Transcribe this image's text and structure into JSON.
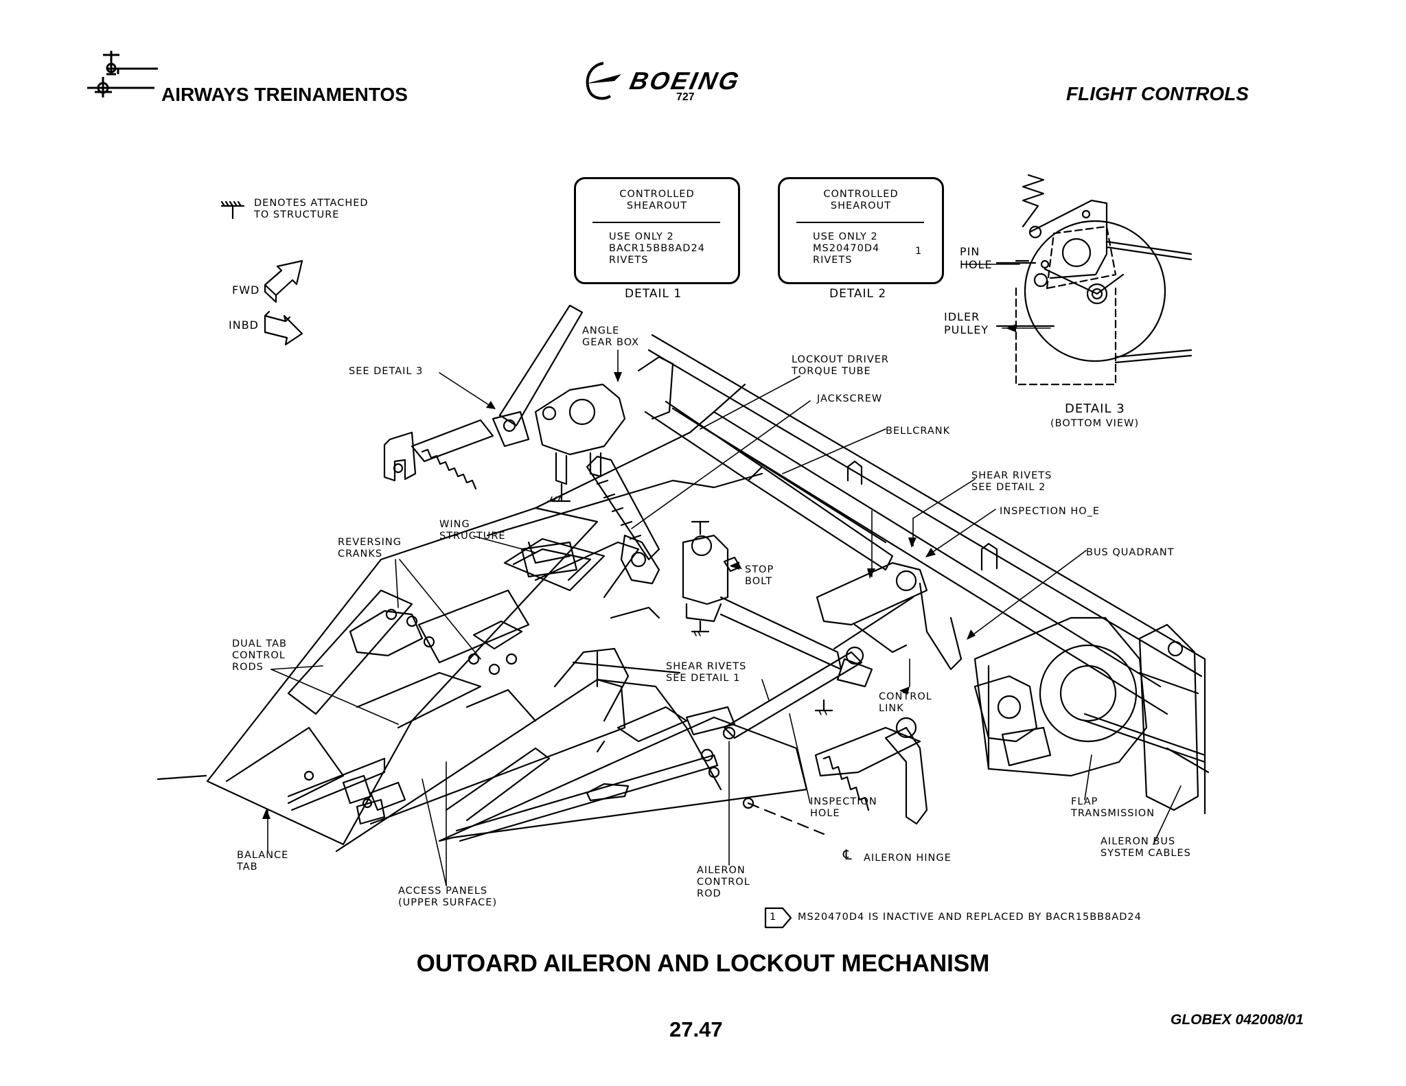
{
  "header": {
    "company": "AIRWAYS  TREINAMENTOS",
    "brand": "BOEING",
    "model": "727",
    "section": "FLIGHT CONTROLS"
  },
  "legend": {
    "attached": "DENOTES ATTACHED\nTO STRUCTURE",
    "fwd": "FWD",
    "inbd": "INBD"
  },
  "details": {
    "d1": {
      "line1": "CONTROLLED\nSHEAROUT",
      "line2": "USE ONLY 2\nBACR15BB8AD24\nRIVETS",
      "caption": "DETAIL 1"
    },
    "d2": {
      "line1": "CONTROLLED\nSHEAROUT",
      "line2": "USE ONLY 2\nMS20470D4\nRIVETS",
      "flag": "1",
      "caption": "DETAIL 2"
    },
    "d3": {
      "pin_hole": "PIN\nHOLE",
      "idler_pulley": "IDLER\nPULLEY",
      "caption": "DETAIL 3",
      "subcaption": "(BOTTOM VIEW)"
    }
  },
  "callouts": {
    "angle_gear_box": "ANGLE\nGEAR BOX",
    "see_detail_3": "SEE DETAIL 3",
    "lockout_driver": "LOCKOUT DRIVER\nTORQUE TUBE",
    "jackscrew": "JACKSCREW",
    "bellcrank": "BELLCRANK",
    "shear_rivets_2": "SHEAR RIVETS\nSEE DETAIL 2",
    "inspection_hole_top": "INSPECTION HO_E",
    "bus_quadrant": "BUS QUADRANT",
    "wing_structure": "WING\nSTRUCTURE",
    "reversing_cranks": "REVERSING\nCRANKS",
    "stop_bolt": "STOP\nBOLT",
    "dual_tab": "DUAL TAB\nCONTROL\nRODS",
    "shear_rivets_1": "SHEAR RIVETS\nSEE DETAIL 1",
    "control_link": "CONTROL\nLINK",
    "inspection_hole_bottom": "INSPECTION\nHOLE",
    "flap_transmission": "FLAP\nTRANSMISSION",
    "aileron_bus_cables": "AILERON BUS\nSYSTEM CABLES",
    "balance_tab": "BALANCE\nTAB",
    "access_panels": "ACCESS PANELS\n(UPPER SURFACE)",
    "aileron_control_rod": "AILERON\nCONTROL\nROD",
    "aileron_hinge": "AILERON HINGE",
    "hinge_symbol": "℄"
  },
  "note": {
    "flag": "1",
    "text": "MS20470D4 IS INACTIVE AND REPLACED BY BACR15BB8AD24"
  },
  "footer": {
    "title": "OUTOARD AILERON AND LOCKOUT MECHANISM",
    "page": "27.47",
    "reference": "GLOBEX 042008/01"
  }
}
